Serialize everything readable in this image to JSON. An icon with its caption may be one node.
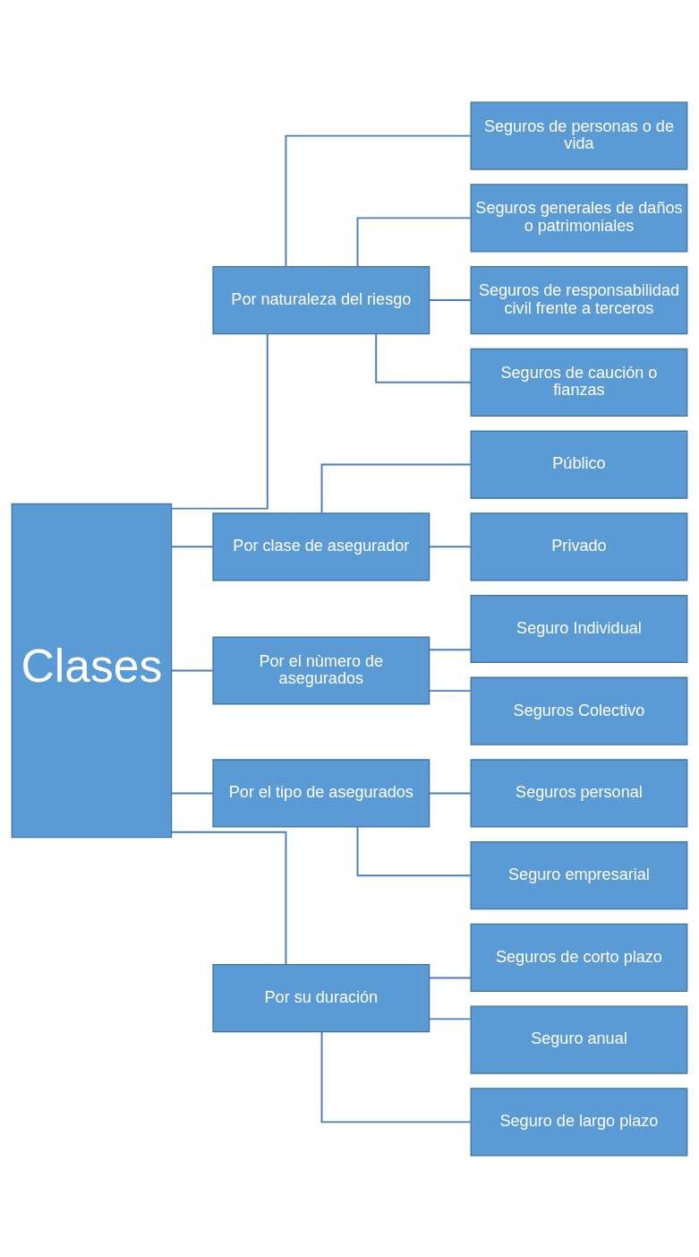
{
  "diagram": {
    "nodes": [
      {
        "text": [
          "Clases"
        ]
      },
      {
        "text": [
          "Por naturaleza del riesgo"
        ]
      },
      {
        "text": [
          "Seguros de personas o de vida"
        ]
      },
      {
        "text": [
          "Seguros generales de daños o patrimoniales"
        ]
      },
      {
        "text": [
          "Seguros de responsabilidad civil frente a terceros"
        ]
      },
      {
        "text": [
          "Seguros de caución o fianzas"
        ]
      },
      {
        "text": [
          "Por clase de asegurador"
        ]
      },
      {
        "text": [
          "Público"
        ]
      },
      {
        "text": [
          "Privado"
        ]
      },
      {
        "text": [
          "Por el nùmero de asegurados"
        ]
      },
      {
        "text": [
          "Seguro Individual"
        ]
      },
      {
        "text": [
          "Seguros Colectivo"
        ]
      },
      {
        "text": [
          "Por el tipo de asegurados"
        ]
      },
      {
        "text": [
          "Seguros personal"
        ]
      },
      {
        "text": [
          "Seguro empresarial"
        ]
      },
      {
        "text": [
          "Por su duración"
        ]
      },
      {
        "text": [
          "Seguros de corto plazo"
        ]
      },
      {
        "text": [
          "Seguro anual"
        ]
      },
      {
        "text": [
          "Seguro de largo plazo"
        ]
      }
    ],
    "edges": [
      {
        "from": 0,
        "to": 1,
        "arrow": "none"
      },
      {
        "from": 0,
        "to": 6,
        "arrow": "none"
      },
      {
        "from": 0,
        "to": 9,
        "arrow": "none"
      },
      {
        "from": 0,
        "to": 12,
        "arrow": "none"
      },
      {
        "from": 0,
        "to": 15,
        "arrow": "none"
      },
      {
        "from": 1,
        "to": 2,
        "arrow": "none"
      },
      {
        "from": 1,
        "to": 3,
        "arrow": "none"
      },
      {
        "from": 1,
        "to": 4,
        "arrow": "none"
      },
      {
        "from": 1,
        "to": 5,
        "arrow": "none"
      },
      {
        "from": 6,
        "to": 7,
        "arrow": "none"
      },
      {
        "from": 6,
        "to": 8,
        "arrow": "none"
      },
      {
        "from": 9,
        "to": 10,
        "arrow": "none"
      },
      {
        "from": 9,
        "to": 11,
        "arrow": "none"
      },
      {
        "from": 12,
        "to": 13,
        "arrow": "none"
      },
      {
        "from": 12,
        "to": 14,
        "arrow": "none"
      },
      {
        "from": 15,
        "to": 16,
        "arrow": "none"
      },
      {
        "from": 15,
        "to": 17,
        "arrow": "none"
      },
      {
        "from": 15,
        "to": 18,
        "arrow": "none"
      }
    ]
  }
}
